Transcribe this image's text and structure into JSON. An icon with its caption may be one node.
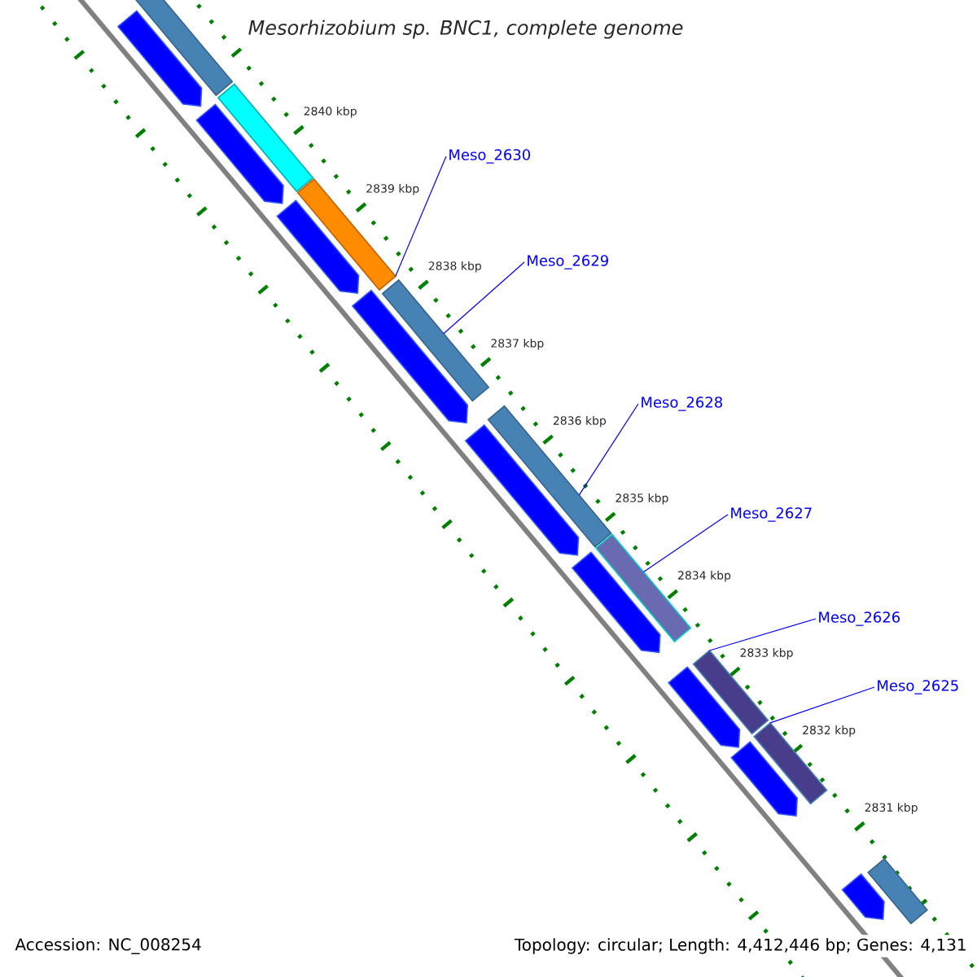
{
  "diagram": {
    "title": "Mesorhizobium sp. BNC1, complete genome",
    "nodes": [
      {
        "text": [
          "Meso_2630"
        ]
      },
      {
        "text": [
          "Meso_2629"
        ]
      },
      {
        "text": [
          "Meso_2628"
        ]
      },
      {
        "text": [
          "Meso_2627"
        ]
      },
      {
        "text": [
          "Meso_2626"
        ]
      },
      {
        "text": [
          "Meso_2625"
        ]
      },
      {
        "text": [],
        "shape": "bar"
      },
      {
        "text": [],
        "shape": "bar"
      },
      {
        "text": [],
        "shape": "bar"
      },
      {
        "text": [],
        "shape": "bar"
      },
      {
        "text": [],
        "shape": "bar"
      },
      {
        "text": [],
        "shape": "bar"
      },
      {
        "text": [],
        "shape": "bar"
      },
      {
        "text": [],
        "shape": "bar"
      },
      {
        "text": [],
        "shape": "bar"
      },
      {
        "text": [],
        "shape": "arrow"
      },
      {
        "text": [],
        "shape": "arrow"
      },
      {
        "text": [],
        "shape": "arrow"
      },
      {
        "text": [],
        "shape": "arrow"
      },
      {
        "text": [],
        "shape": "arrow"
      },
      {
        "text": [],
        "shape": "arrow"
      },
      {
        "text": [],
        "shape": "arrow"
      },
      {
        "text": [],
        "shape": "arrow"
      },
      {
        "text": [],
        "shape": "arrow"
      }
    ],
    "edges": [
      {
        "from": 0,
        "to": 8,
        "arrow": "none"
      },
      {
        "from": 1,
        "to": 9,
        "arrow": "none"
      },
      {
        "from": 2,
        "to": 10,
        "arrow": "none"
      },
      {
        "from": 3,
        "to": 11,
        "arrow": "none"
      },
      {
        "from": 4,
        "to": 12,
        "arrow": "none"
      },
      {
        "from": 5,
        "to": 13,
        "arrow": "none"
      }
    ],
    "labels": [
      "2840 kbp",
      "2839 kbp",
      "2838 kbp",
      "2837 kbp",
      "2836 kbp",
      "2835 kbp",
      "2834 kbp",
      "2833 kbp",
      "2832 kbp",
      "2831 kbp",
      "Accession: NC_008254",
      "Topology: circular; Length: 4,412,446 bp; Genes: 4,131"
    ]
  }
}
